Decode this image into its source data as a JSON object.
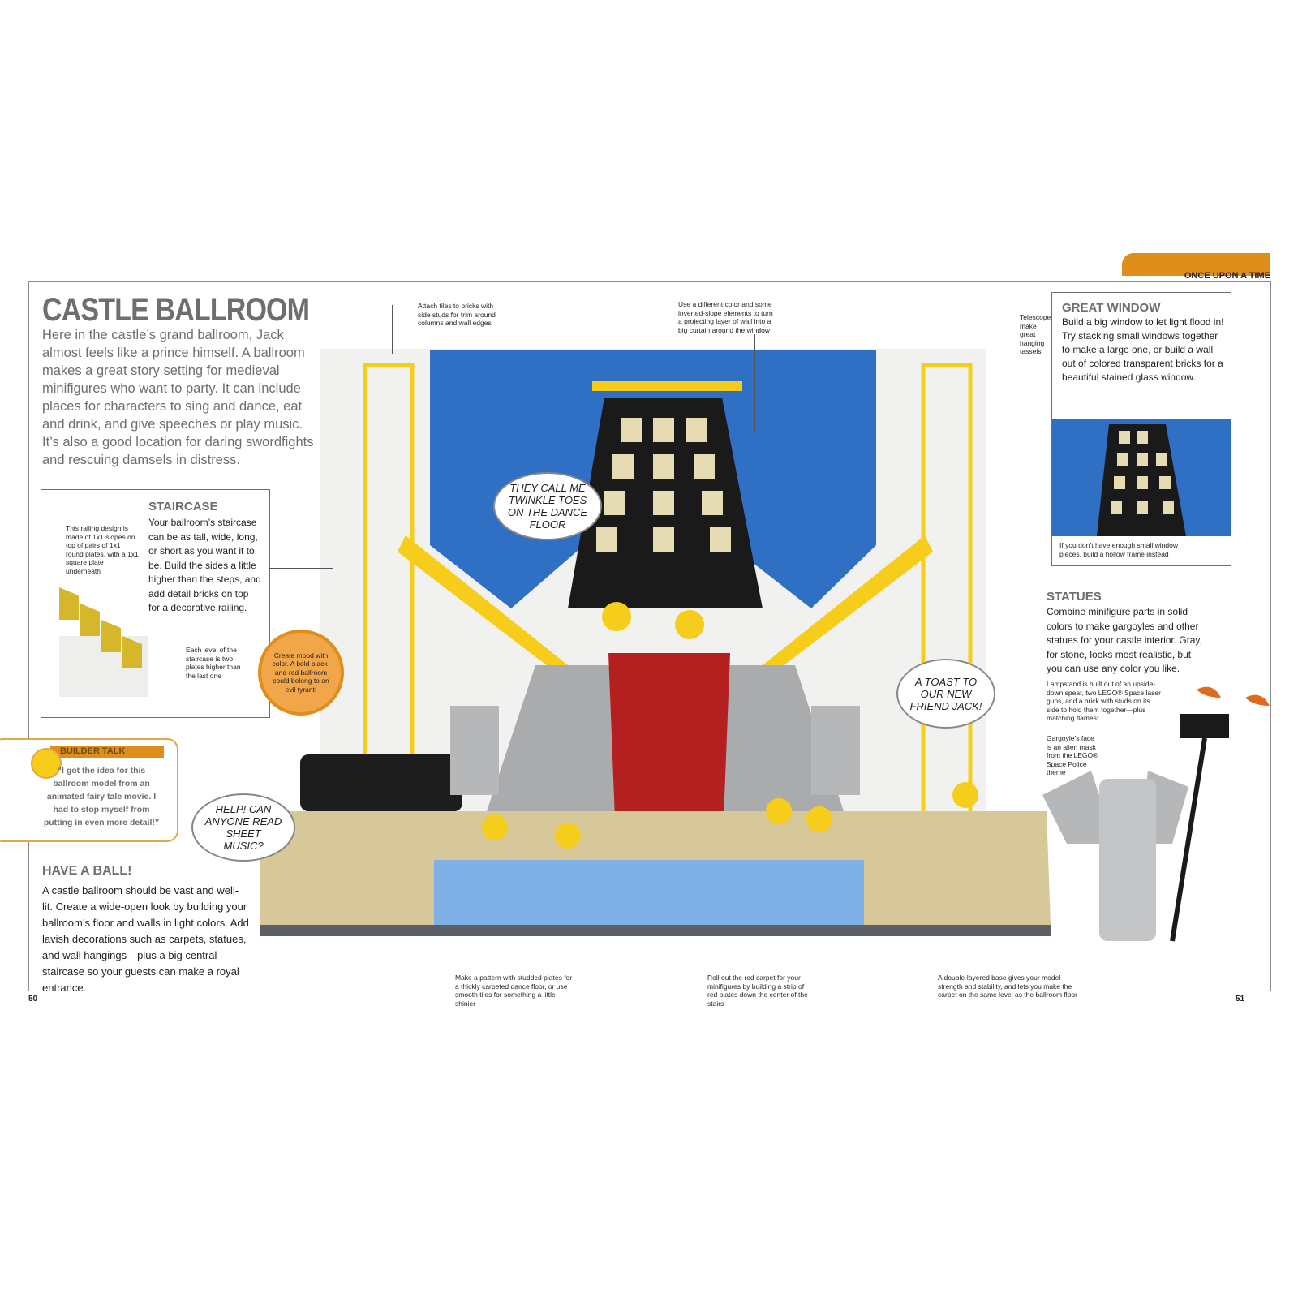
{
  "header": {
    "section_tab": "ONCE UPON A TIME"
  },
  "title": "CASTLE BALLROOM",
  "intro": "Here in the castle’s grand ballroom, Jack almost feels like a prince himself. A ballroom makes a great story setting for medieval minifigures who want to party. It can include places for characters to sing and dance, eat and drink, and give speeches or play music. It’s also a good location for daring swordfights and rescuing damsels in distress.",
  "staircase": {
    "heading": "STAIRCASE",
    "body": "Your ballroom’s staircase can be as tall, wide, long, or short as you want it to be. Build the sides a little higher than the steps, and add detail bricks on top for a decorative railing.",
    "note_railing": "This railing design is made of 1x1 slopes on top of pairs of 1x1 round plates, with a 1x1 square plate underneath",
    "note_level": "Each level of the staircase is two plates higher than the last one"
  },
  "mood_tip": "Create mood with color. A bold black-and-red ballroom could belong to an evil tyrant!",
  "builder_talk": {
    "heading": "BUILDER TALK",
    "quote": "“I got the idea for this ballroom model from an animated fairy tale movie. I had to stop myself from putting in even more detail!”"
  },
  "have_a_ball": {
    "heading": "HAVE A BALL!",
    "body": "A castle ballroom should be vast and well-lit. Create a wide-open look by building your ballroom’s floor and walls in light colors. Add lavish decorations such as carpets, statues, and wall hangings—plus a big central staircase so your guests can make a royal entrance."
  },
  "callouts": {
    "tiles": "Attach tiles to bricks with side studs for trim around columns and wall edges",
    "curtain": "Use a different color and some inverted-slope elements to turn a projecting layer of wall into a big curtain around the window",
    "telescopes": "Telescopes make great hanging tassels!",
    "dance_floor": "Make a pattern with studded plates for a thickly carpeted dance floor, or use smooth tiles for something a little shinier",
    "red_carpet": "Roll out the red carpet for your minifigures by building a strip of red plates down the center of the stairs",
    "base": "A double-layered base gives your model strength and stability, and lets you make the carpet on the same level as the ballroom floor"
  },
  "speech": {
    "twinkle": "THEY CALL ME TWINKLE TOES ON THE DANCE FLOOR",
    "toast": "A TOAST TO OUR NEW FRIEND JACK!",
    "help": "HELP! CAN ANYONE READ SHEET MUSIC?"
  },
  "great_window": {
    "heading": "GREAT WINDOW",
    "body": "Build a big window to let light flood in! Try stacking small windows together to make a large one, or build a wall out of colored transparent bricks for a beautiful stained glass window.",
    "note": "If you don’t have enough small window pieces, build a hollow frame instead"
  },
  "statues": {
    "heading": "STATUES",
    "body": "Combine minifigure parts in solid colors to make gargoyles and other statues for your castle interior. Gray, for stone, looks most realistic, but you can use any color you like.",
    "note_lampstand": "Lampstand is built out of an upside-down spear, two LEGO® Space laser guns, and a brick with studs on its side to hold them together—plus matching flames!",
    "note_gargoyle": "Gargoyle’s face is an alien mask from the LEGO® Space Police theme"
  },
  "page_numbers": {
    "left": "50",
    "right": "51"
  },
  "colors": {
    "accent": "#e08e1b",
    "heading_gray": "#6d6e70",
    "curtain_blue": "#2f6fc4",
    "carpet_red": "#b3201f",
    "trim_yellow": "#f5cd1a"
  }
}
